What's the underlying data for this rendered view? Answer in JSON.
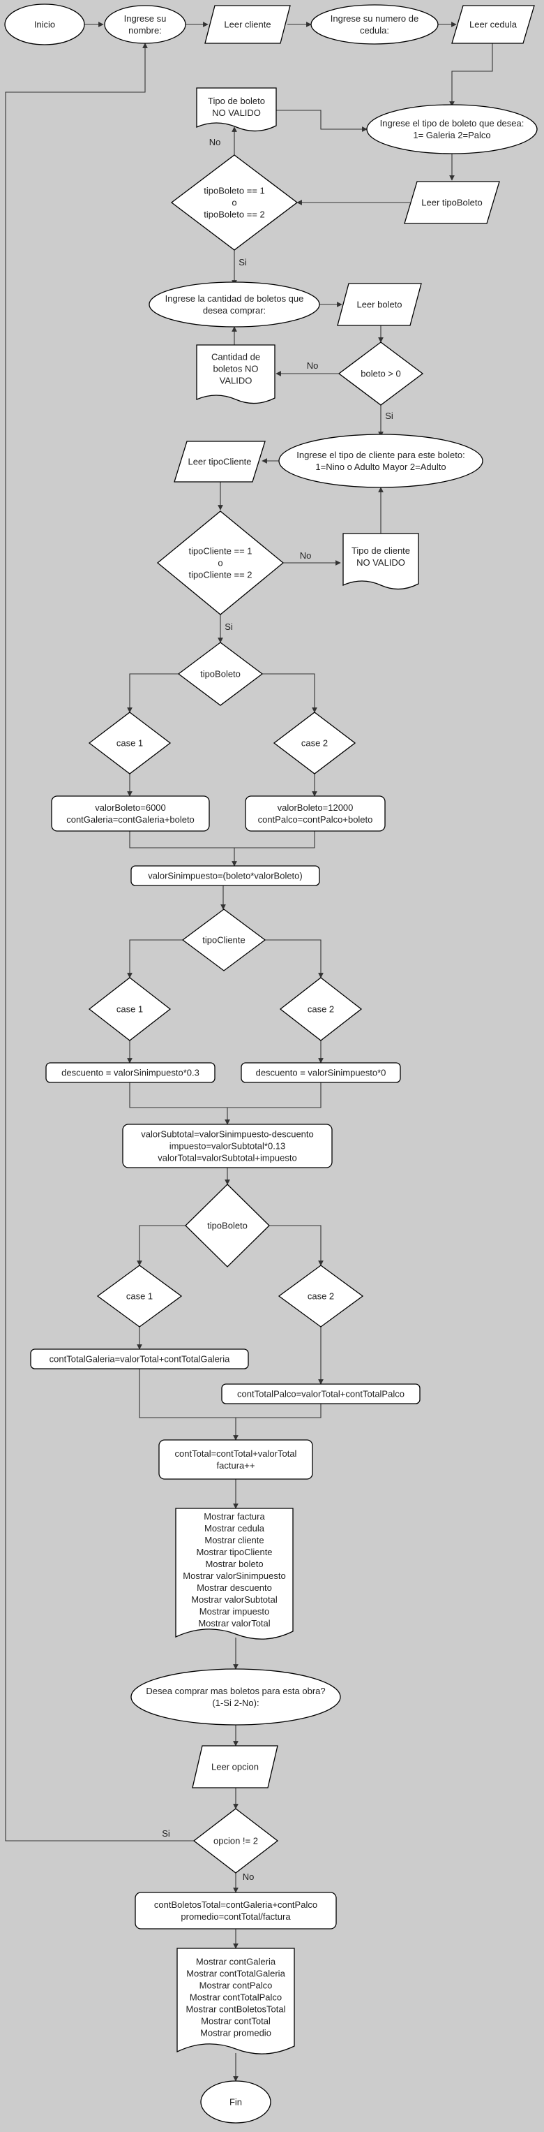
{
  "nodes": {
    "inicio": [
      "Inicio"
    ],
    "ingrese_nombre": [
      "Ingrese su",
      "nombre:"
    ],
    "leer_cliente": [
      "Leer cliente"
    ],
    "ingrese_cedula": [
      "Ingrese su numero de",
      "cedula:"
    ],
    "leer_cedula": [
      "Leer cedula"
    ],
    "tipo_boleto_no_valido": [
      "Tipo de boleto",
      "NO VALIDO"
    ],
    "ingrese_tipo_boleto": [
      "Ingrese el tipo de boleto que desea:",
      "1= Galeria  2=Palco"
    ],
    "leer_tipo_boleto": [
      "Leer tipoBoleto"
    ],
    "cond_tipo_boleto": [
      "tipoBoleto == 1",
      "o",
      "tipoBoleto == 2"
    ],
    "ingrese_cantidad": [
      "Ingrese la cantidad de boletos que",
      "desea comprar:"
    ],
    "leer_boleto": [
      "Leer boleto"
    ],
    "cantidad_no_valido": [
      "Cantidad de",
      "boletos NO",
      "VALIDO"
    ],
    "cond_boleto": [
      "boleto > 0"
    ],
    "leer_tipo_cliente": [
      "Leer tipoCliente"
    ],
    "ingrese_tipo_cliente": [
      "Ingrese el tipo de cliente para este boleto:",
      "1=Nino o Adulto Mayor 2=Adulto"
    ],
    "cond_tipo_cliente": [
      "tipoCliente == 1",
      "o",
      "tipoCliente == 2"
    ],
    "tipo_cliente_no_valido": [
      "Tipo de cliente",
      "NO VALIDO"
    ],
    "switch_tipo_boleto_1": [
      "tipoBoleto"
    ],
    "case1_a": [
      "case 1"
    ],
    "case2_a": [
      "case 2"
    ],
    "valor_galeria": [
      "valorBoleto=6000",
      "contGaleria=contGaleria+boleto"
    ],
    "valor_palco": [
      "valorBoleto=12000",
      "contPalco=contPalco+boleto"
    ],
    "valor_sin_impuesto": [
      "valorSinimpuesto=(boleto*valorBoleto)"
    ],
    "switch_tipo_cliente": [
      "tipoCliente"
    ],
    "case1_b": [
      "case 1"
    ],
    "case2_b": [
      "case 2"
    ],
    "descuento_1": [
      "descuento = valorSinimpuesto*0.3"
    ],
    "descuento_2": [
      "descuento = valorSinimpuesto*0"
    ],
    "subtotal": [
      "valorSubtotal=valorSinimpuesto-descuento",
      "impuesto=valorSubtotal*0.13",
      "valorTotal=valorSubtotal+impuesto"
    ],
    "switch_tipo_boleto_2": [
      "tipoBoleto"
    ],
    "case1_c": [
      "case 1"
    ],
    "case2_c": [
      "case 2"
    ],
    "cont_total_galeria": [
      "contTotalGaleria=valorTotal+contTotalGaleria"
    ],
    "cont_total_palco": [
      "contTotalPalco=valorTotal+contTotalPalco"
    ],
    "cont_total": [
      "contTotal=contTotal+valorTotal",
      "factura++"
    ],
    "mostrar_factura": [
      "Mostrar factura",
      "Mostrar cedula",
      "Mostrar cliente",
      "Mostrar tipoCliente",
      "Mostrar boleto",
      "Mostrar valorSinimpuesto",
      "Mostrar descuento",
      "Mostrar valorSubtotal",
      "Mostrar impuesto",
      "Mostrar valorTotal"
    ],
    "desea_comprar": [
      "Desea comprar mas boletos para esta obra?",
      "(1-Si  2-No):"
    ],
    "leer_opcion": [
      "Leer opcion"
    ],
    "cond_opcion": [
      "opcion != 2"
    ],
    "cont_boletos_total": [
      "contBoletosTotal=contGaleria+contPalco",
      "promedio=contTotal/factura"
    ],
    "mostrar_final": [
      "Mostrar contGaleria",
      "Mostrar contTotalGaleria",
      "Mostrar contPalco",
      "Mostrar contTotalPalco",
      "Mostrar contBoletosTotal",
      "Mostrar contTotal",
      "Mostrar promedio"
    ],
    "fin": [
      "Fin"
    ]
  },
  "edge_labels": {
    "no_tipo_boleto": "No",
    "si_tipo_boleto": "Si",
    "no_boleto": "No",
    "si_boleto": "Si",
    "no_tipo_cliente": "No",
    "si_tipo_cliente": "Si",
    "si_opcion": "Si",
    "no_opcion": "No"
  }
}
